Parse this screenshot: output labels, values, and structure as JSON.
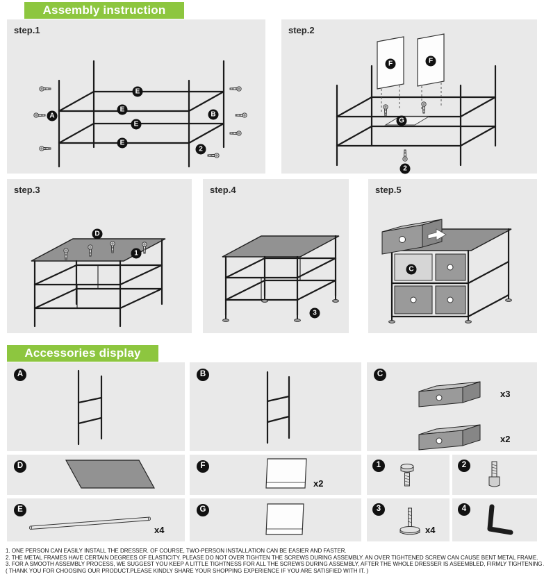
{
  "titles": {
    "assembly": "Assembly instruction",
    "accessories": "Accessories display"
  },
  "steps": [
    {
      "label": "step.1"
    },
    {
      "label": "step.2"
    },
    {
      "label": "step.3"
    },
    {
      "label": "step.4"
    },
    {
      "label": "step.5"
    }
  ],
  "badges": {
    "A": "A",
    "B": "B",
    "C": "C",
    "D": "D",
    "E": "E",
    "F": "F",
    "G": "G",
    "n1": "1",
    "n2": "2",
    "n3": "3",
    "n4": "4"
  },
  "quantities": {
    "drawer_large": "x3",
    "drawer_small": "x2",
    "fabric_panel": "x2",
    "rod": "x4",
    "foot": "x4"
  },
  "notes": [
    "1. ONE PERSON CAN EASILY INSTALL THE DRESSER. OF COURSE, TWO-PERSON INSTALLATION CAN BE EASIER AND FASTER.",
    "2. THE METAL FRAMES HAVE CERTAIN DEGREES OF ELASTICITY. PLEASE DO NOT OVER TIGHTEN THE SCREWS DURING ASSEMBLY. AN OVER TIGHTENED SCREW CAN CAUSE BENT METAL FRAME.",
    "3. FOR A SMOOTH ASSEMBLY PROCESS, WE SUGGEST YOU KEEP A LITTLE TIGHTNESS FOR ALL THE SCREWS DURING ASSEMBLY, AFTER THE WHOLE DRESSER IS ASEEMBLED, FIRMLY TIGHTENING ALL THE SCREWS.",
    "( THANK YOU FOR CHOOSING OUR PRODUCT.PLEASE KINDLY SHARE YOUR SHOPPING EXPERIENCE IF YOU ARE SATISFIED WITH IT. )"
  ],
  "colors": {
    "green": "#8dc63f",
    "panel_gray": "#e9e9e9",
    "badge_black": "#111111",
    "board_gray": "#929292"
  }
}
